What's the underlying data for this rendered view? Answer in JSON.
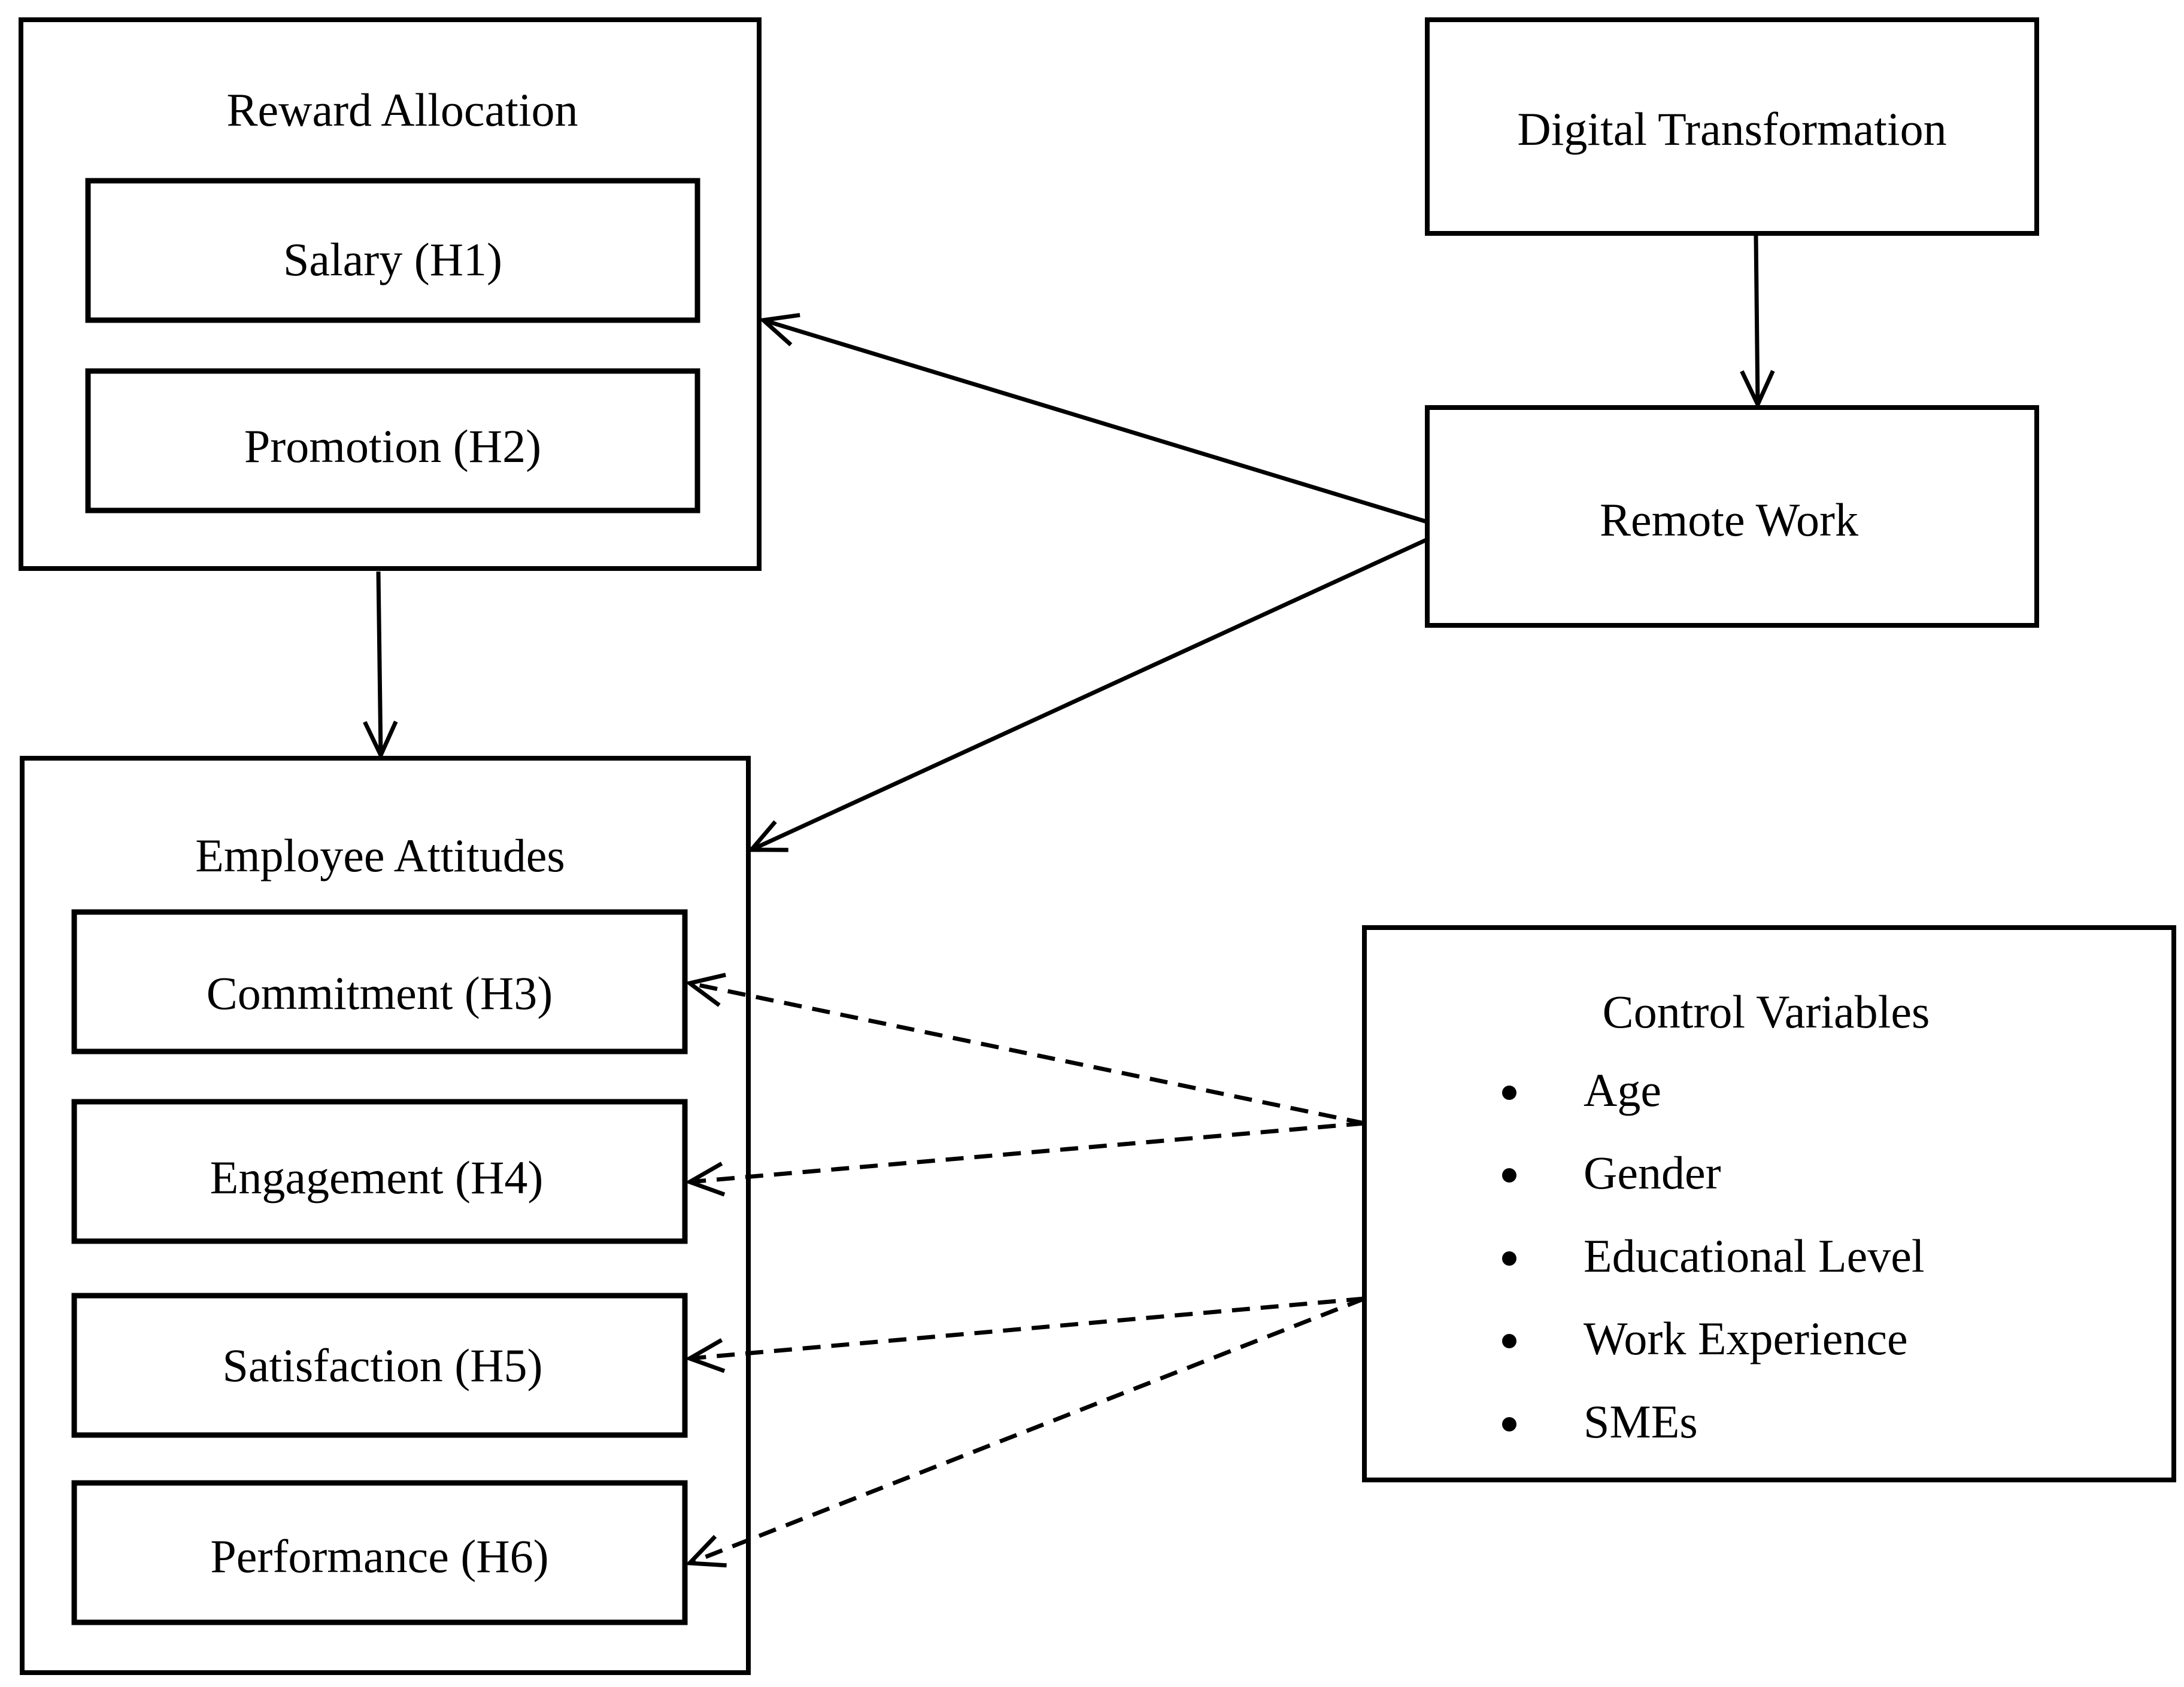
{
  "reward_allocation": {
    "title": "Reward Allocation",
    "items": [
      "Salary (H1)",
      "Promotion (H2)"
    ]
  },
  "digital_transformation": {
    "label": "Digital Transformation"
  },
  "remote_work": {
    "label": "Remote Work"
  },
  "employee_attitudes": {
    "title": "Employee Attitudes",
    "items": [
      "Commitment (H3)",
      "Engagement (H4)",
      "Satisfaction (H5)",
      "Performance (H6)"
    ]
  },
  "control_variables": {
    "title": "Control Variables",
    "items": [
      "Age",
      "Gender",
      "Educational Level",
      "Work Experience",
      "SMEs"
    ]
  },
  "colors": {
    "stroke": "#000000",
    "background": "#ffffff"
  }
}
